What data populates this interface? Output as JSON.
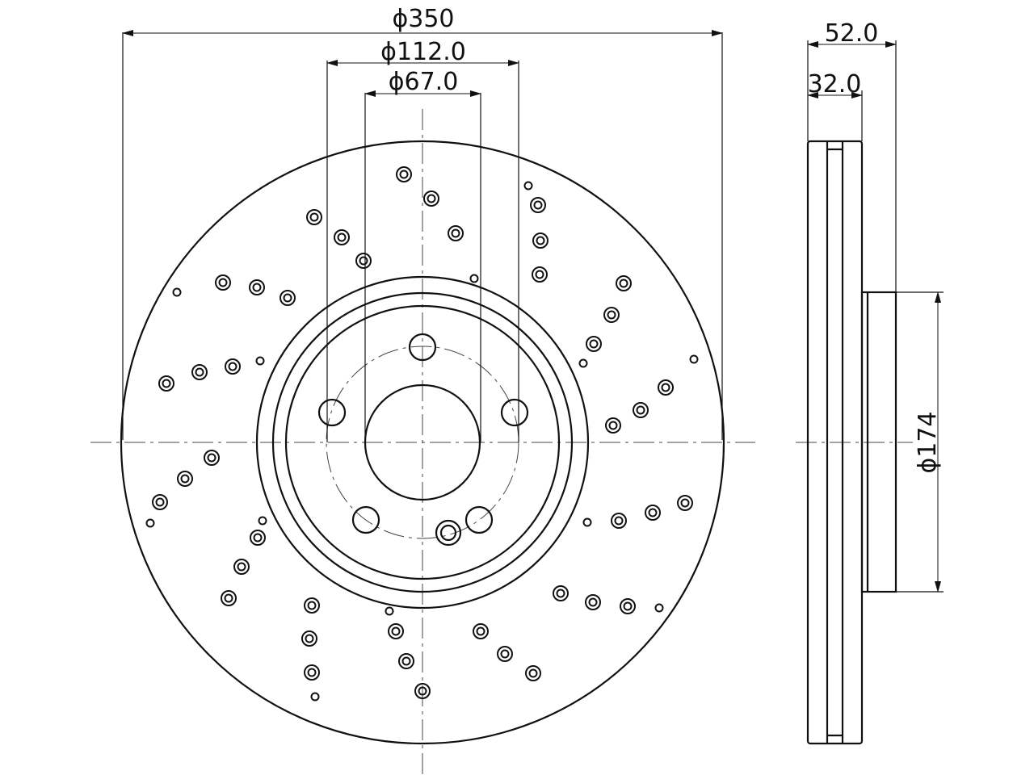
{
  "dimensions": {
    "outer_diameter": "ϕ350",
    "bolt_circle": "ϕ112.0",
    "center_bore": "ϕ67.0",
    "total_thickness": "52.0",
    "disc_thickness": "32.0",
    "hat_diameter": "ϕ174"
  },
  "colors": {
    "line": "#111111",
    "background": "#ffffff"
  }
}
